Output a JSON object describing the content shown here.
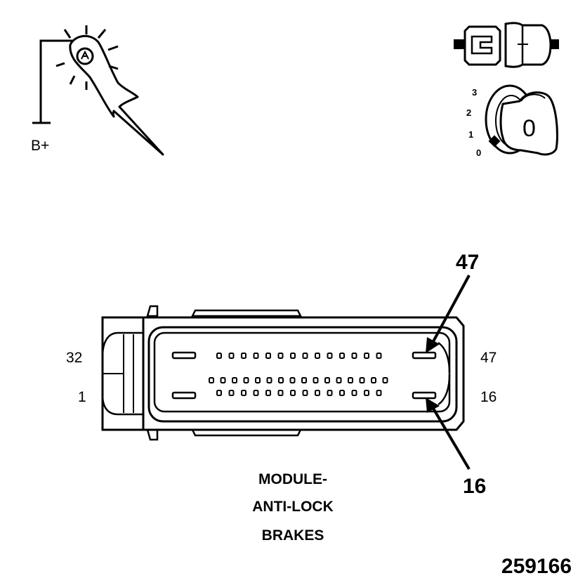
{
  "probe_icon": {
    "supply_label": "B+"
  },
  "connector_icon": {},
  "ignition_switch": {
    "positions": [
      "3",
      "2",
      "1",
      "0"
    ],
    "key_label": "0"
  },
  "module_connector": {
    "left_labels": {
      "top": "32",
      "bottom": "1"
    },
    "right_labels": {
      "top": "47",
      "bottom": "16"
    },
    "callouts": {
      "upper": "47",
      "lower": "16"
    },
    "title_lines": [
      "MODULE-",
      "ANTI-LOCK",
      "BRAKES"
    ]
  },
  "figure_number": "259166"
}
